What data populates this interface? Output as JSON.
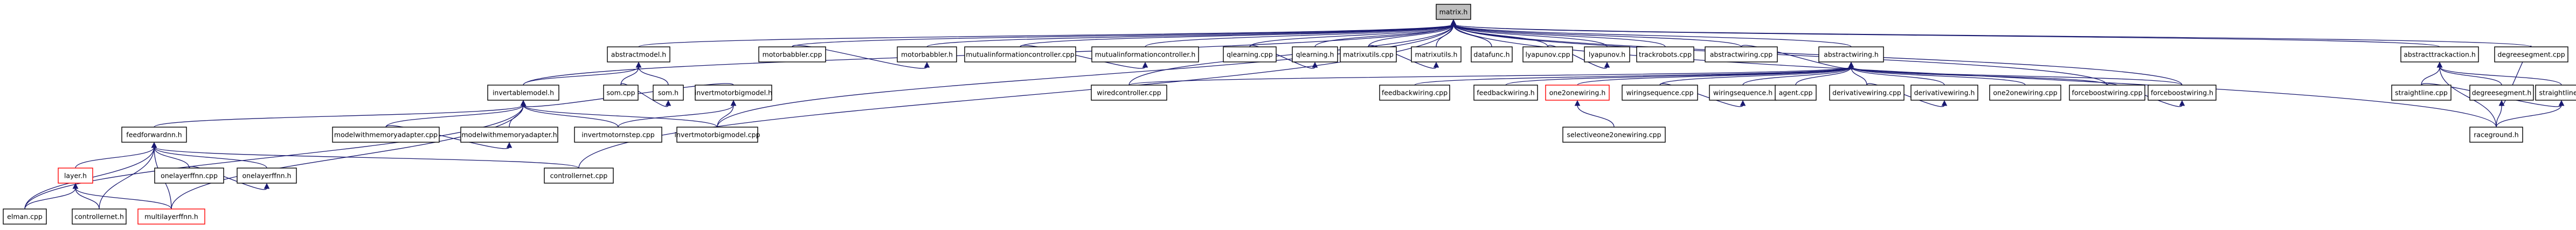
{
  "graph": {
    "root": "matrix.h",
    "nodes": [
      {
        "id": "matrix",
        "label": "matrix.h",
        "root": true
      },
      {
        "id": "abstractmodel",
        "label": "abstractmodel.h"
      },
      {
        "id": "invertablemodel",
        "label": "invertablemodel.h"
      },
      {
        "id": "somcpp",
        "label": "som.cpp"
      },
      {
        "id": "somh",
        "label": "som.h"
      },
      {
        "id": "feedforwardnn",
        "label": "feedforwardnn.h"
      },
      {
        "id": "layer",
        "label": "layer.h",
        "red": true
      },
      {
        "id": "elmancpp",
        "label": "elman.cpp"
      },
      {
        "id": "controllernet",
        "label": "controllernet.h"
      },
      {
        "id": "multilayerffnn",
        "label": "multilayerffnn.h",
        "red": true
      },
      {
        "id": "onelayerffnncpp",
        "label": "onelayerffnn.cpp"
      },
      {
        "id": "onelayerffnnh",
        "label": "onelayerffnn.h"
      },
      {
        "id": "controllernetcpp",
        "label": "controllernet.cpp"
      },
      {
        "id": "modelwithmemoryadaptercpp",
        "label": "modelwithmemoryadapter.cpp"
      },
      {
        "id": "modelwithmemoryadapterh",
        "label": "modelwithmemoryadapter.h"
      },
      {
        "id": "invertmotornstepcpp",
        "label": "invertmotornstep.cpp"
      },
      {
        "id": "invertmotorbigmodelcpp",
        "label": "invertmotorbigmodel.cpp"
      },
      {
        "id": "invertmotorbigmodelh",
        "label": "invertmotorbigmodel.h"
      },
      {
        "id": "motorbabblercpp",
        "label": "motorbabbler.cpp"
      },
      {
        "id": "motorbabblerh",
        "label": "motorbabbler.h"
      },
      {
        "id": "mutualinformationcontrollercpp",
        "label": "mutualinformationcontroller.cpp"
      },
      {
        "id": "mutualinformationcontrollerh",
        "label": "mutualinformationcontroller.h"
      },
      {
        "id": "qlearningcpp",
        "label": "qlearning.cpp"
      },
      {
        "id": "qlearningh",
        "label": "qlearning.h"
      },
      {
        "id": "matrixutilscpp",
        "label": "matrixutils.cpp"
      },
      {
        "id": "matrixutilsh",
        "label": "matrixutils.h"
      },
      {
        "id": "datafunch",
        "label": "datafunc.h"
      },
      {
        "id": "lyapunovcpp",
        "label": "lyapunov.cpp"
      },
      {
        "id": "lyapunovh",
        "label": "lyapunov.h"
      },
      {
        "id": "trackrobotscpp",
        "label": "trackrobots.cpp"
      },
      {
        "id": "abstractwiringcpp",
        "label": "abstractwiring.cpp"
      },
      {
        "id": "abstractwiringh",
        "label": "abstractwiring.h"
      },
      {
        "id": "wiredcontrollercpp",
        "label": "wiredcontroller.cpp"
      },
      {
        "id": "feedbackwiringcpp",
        "label": "feedbackwiring.cpp"
      },
      {
        "id": "feedbackwiringh",
        "label": "feedbackwiring.h"
      },
      {
        "id": "one2onewiringh",
        "label": "one2onewiring.h",
        "red": true
      },
      {
        "id": "selectiveone2onewiringcpp",
        "label": "selectiveone2onewiring.cpp"
      },
      {
        "id": "wiringsequencecpp",
        "label": "wiringsequence.cpp"
      },
      {
        "id": "wiringsequenceh",
        "label": "wiringsequence.h"
      },
      {
        "id": "agentcpp",
        "label": "agent.cpp"
      },
      {
        "id": "derivativewiringcpp",
        "label": "derivativewiring.cpp"
      },
      {
        "id": "derivativewiringh",
        "label": "derivativewiring.h"
      },
      {
        "id": "one2onewiringcpp",
        "label": "one2onewiring.cpp"
      },
      {
        "id": "forceboostwiringcpp",
        "label": "forceboostwiring.cpp"
      },
      {
        "id": "forceboostwiringh",
        "label": "forceboostwiring.h"
      },
      {
        "id": "abstracttrackactionh",
        "label": "abstracttrackaction.h"
      },
      {
        "id": "straightlinecpp",
        "label": "straightline.cpp"
      },
      {
        "id": "degreesegmenth",
        "label": "degreesegment.h"
      },
      {
        "id": "straightlineh",
        "label": "straightline.h"
      },
      {
        "id": "racegroundh",
        "label": "raceground.h"
      },
      {
        "id": "degreesegmentcpp",
        "label": "degreesegment.cpp"
      }
    ]
  }
}
